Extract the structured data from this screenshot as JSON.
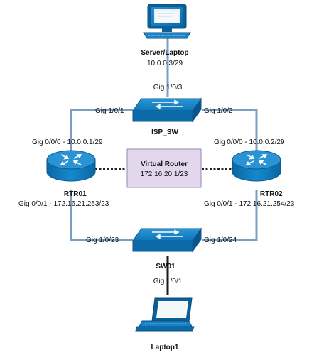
{
  "nodes": {
    "server": {
      "name": "Server/Laptop",
      "ip": "10.0.0.3/29"
    },
    "isp_sw": {
      "name": "ISP_SW"
    },
    "rtr01": {
      "name": "_RTR01",
      "gig000": "Gig 0/0/0 - 10.0.0.1/29",
      "gig001": "Gig 0/0/1 - 172.16.21.253/23"
    },
    "rtr02": {
      "name": "_RTR02",
      "gig000": "Gig 0/0/0 - 10.0.0.2/29",
      "gig001": "Gig 0/0/1 - 172.16.21.254/23"
    },
    "virtual_router": {
      "title": "Virtual Router",
      "ip": "172.16.20.1/23"
    },
    "sw01": {
      "name": "SW01"
    },
    "laptop1": {
      "name": "Laptop1"
    }
  },
  "ports": {
    "isp_gig103": "Gig 1/0/3",
    "isp_gig101": "Gig 1/0/1",
    "isp_gig102": "Gig 1/0/2",
    "sw01_gig1023": "Gig 1/0/23",
    "sw01_gig1024": "Gig 1/0/24",
    "sw01_gig101": "Gig 1/0/1"
  },
  "colors": {
    "device_blue": "#0f7fc3",
    "link_blue": "#7b9fc4",
    "virtual_router_fill": "#e2d7ec"
  }
}
